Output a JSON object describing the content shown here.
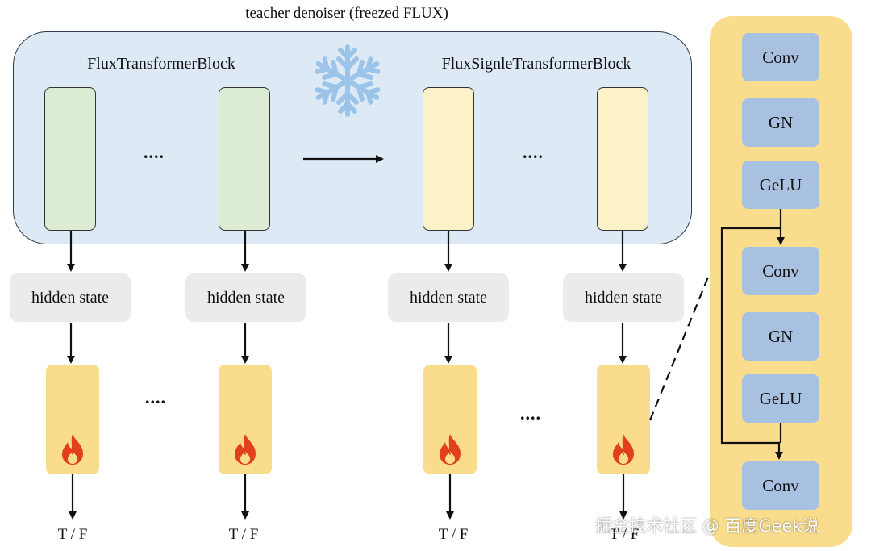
{
  "title": "teacher denoiser  (freezed FLUX)",
  "groups": {
    "left_label": "FluxTransformerBlock",
    "right_label": "FluxSignleTransformerBlock"
  },
  "dots": "....",
  "hidden_state_label": "hidden state",
  "output_label": "T / F",
  "detail_layers": [
    "Conv",
    "GN",
    "GeLU",
    "Conv",
    "GN",
    "GeLU",
    "Conv"
  ],
  "icons": {
    "freeze": "snowflake-icon",
    "trainable": "flame-icon"
  },
  "colors": {
    "teacher_bg": "#dde9f5",
    "flux_block": "#dcebd4",
    "single_block": "#fbf2c8",
    "hidden_state": "#ebebeb",
    "discriminator": "#f9dc8c",
    "layer": "#a9c1e0",
    "flame": "#e2401c",
    "snowflake": "#9cc4e8"
  },
  "watermark": "掘金技术社区 @ 百度Geek说"
}
